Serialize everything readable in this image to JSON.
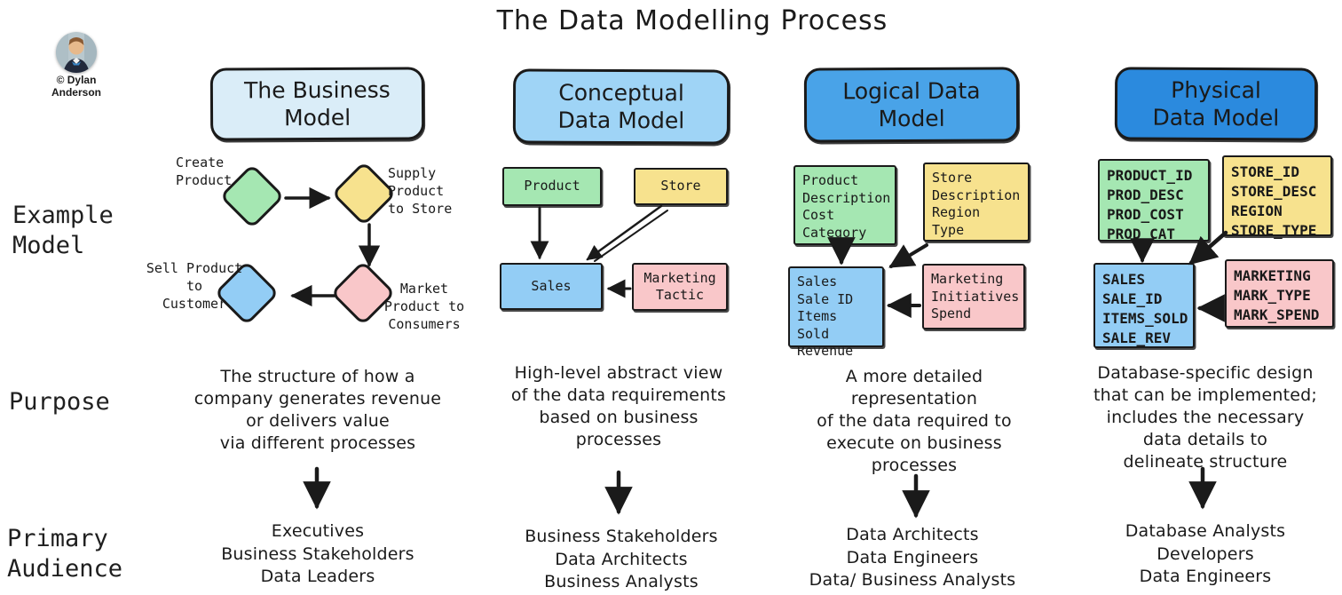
{
  "title": "The Data Modelling Process",
  "credit": "© Dylan\nAnderson",
  "row_labels": {
    "example": "Example\nModel",
    "purpose": "Purpose",
    "audience": "Primary\nAudience"
  },
  "colors": {
    "header_business": "#daedf8",
    "header_conceptual": "#9fd4f6",
    "header_logical": "#49a3e8",
    "header_physical": "#2b8ade",
    "entity_green": "#a5e7b2",
    "entity_yellow": "#f7e28e",
    "entity_blue": "#93cdf5",
    "entity_pink": "#f9c7c9",
    "ink": "#1a1a1a"
  },
  "columns": [
    {
      "header": "The Business\nModel",
      "purpose": [
        "The structure of how a",
        "company generates revenue",
        "or delivers value",
        "via different processes"
      ],
      "audience": [
        "Executives",
        "Business Stakeholders",
        "Data Leaders"
      ]
    },
    {
      "header": "Conceptual\nData Model",
      "purpose": [
        "High-level abstract view",
        "of the data requirements",
        "based on business",
        "processes"
      ],
      "audience": [
        "Business Stakeholders",
        "Data Architects",
        "Business Analysts"
      ]
    },
    {
      "header": "Logical Data\nModel",
      "purpose": [
        "A more detailed",
        "representation",
        "of the data required to",
        "execute on business",
        "processes"
      ],
      "audience": [
        "Data Architects",
        "Data Engineers",
        "Data/ Business Analysts"
      ]
    },
    {
      "header": "Physical\nData Model",
      "purpose": [
        "Database-specific design",
        "that can be implemented;",
        "includes the necessary",
        "data details to",
        "delineate structure"
      ],
      "audience": [
        "Database Analysts",
        "Developers",
        "Data Engineers"
      ]
    }
  ],
  "business_flow": {
    "create": "Create\nProduct",
    "supply": "Supply\nProduct\nto Store",
    "market": "Market\nProduct to\nConsumers",
    "sell": "Sell Product\nto\nCustomer"
  },
  "conceptual_entities": {
    "product": "Product",
    "store": "Store",
    "sales": "Sales",
    "marketing": "Marketing\nTactic"
  },
  "logical_entities": {
    "product": [
      "Product",
      "Description",
      "Cost",
      "Category"
    ],
    "store": [
      "Store",
      "Description",
      "Region",
      "Type"
    ],
    "sales": [
      "Sales",
      "Sale ID",
      "Items Sold",
      "Revenue"
    ],
    "marketing": [
      "Marketing",
      "Initiatives",
      "Spend"
    ]
  },
  "physical_entities": {
    "product": [
      "PRODUCT_ID",
      "PROD_DESC",
      "PROD_COST",
      "PROD_CAT"
    ],
    "store": [
      "STORE_ID",
      "STORE_DESC",
      "REGION",
      "STORE_TYPE"
    ],
    "sales": [
      "SALES",
      "SALE_ID",
      "ITEMS_SOLD",
      "SALE_REV"
    ],
    "marketing": [
      "MARKETING",
      "MARK_TYPE",
      "MARK_SPEND"
    ]
  }
}
